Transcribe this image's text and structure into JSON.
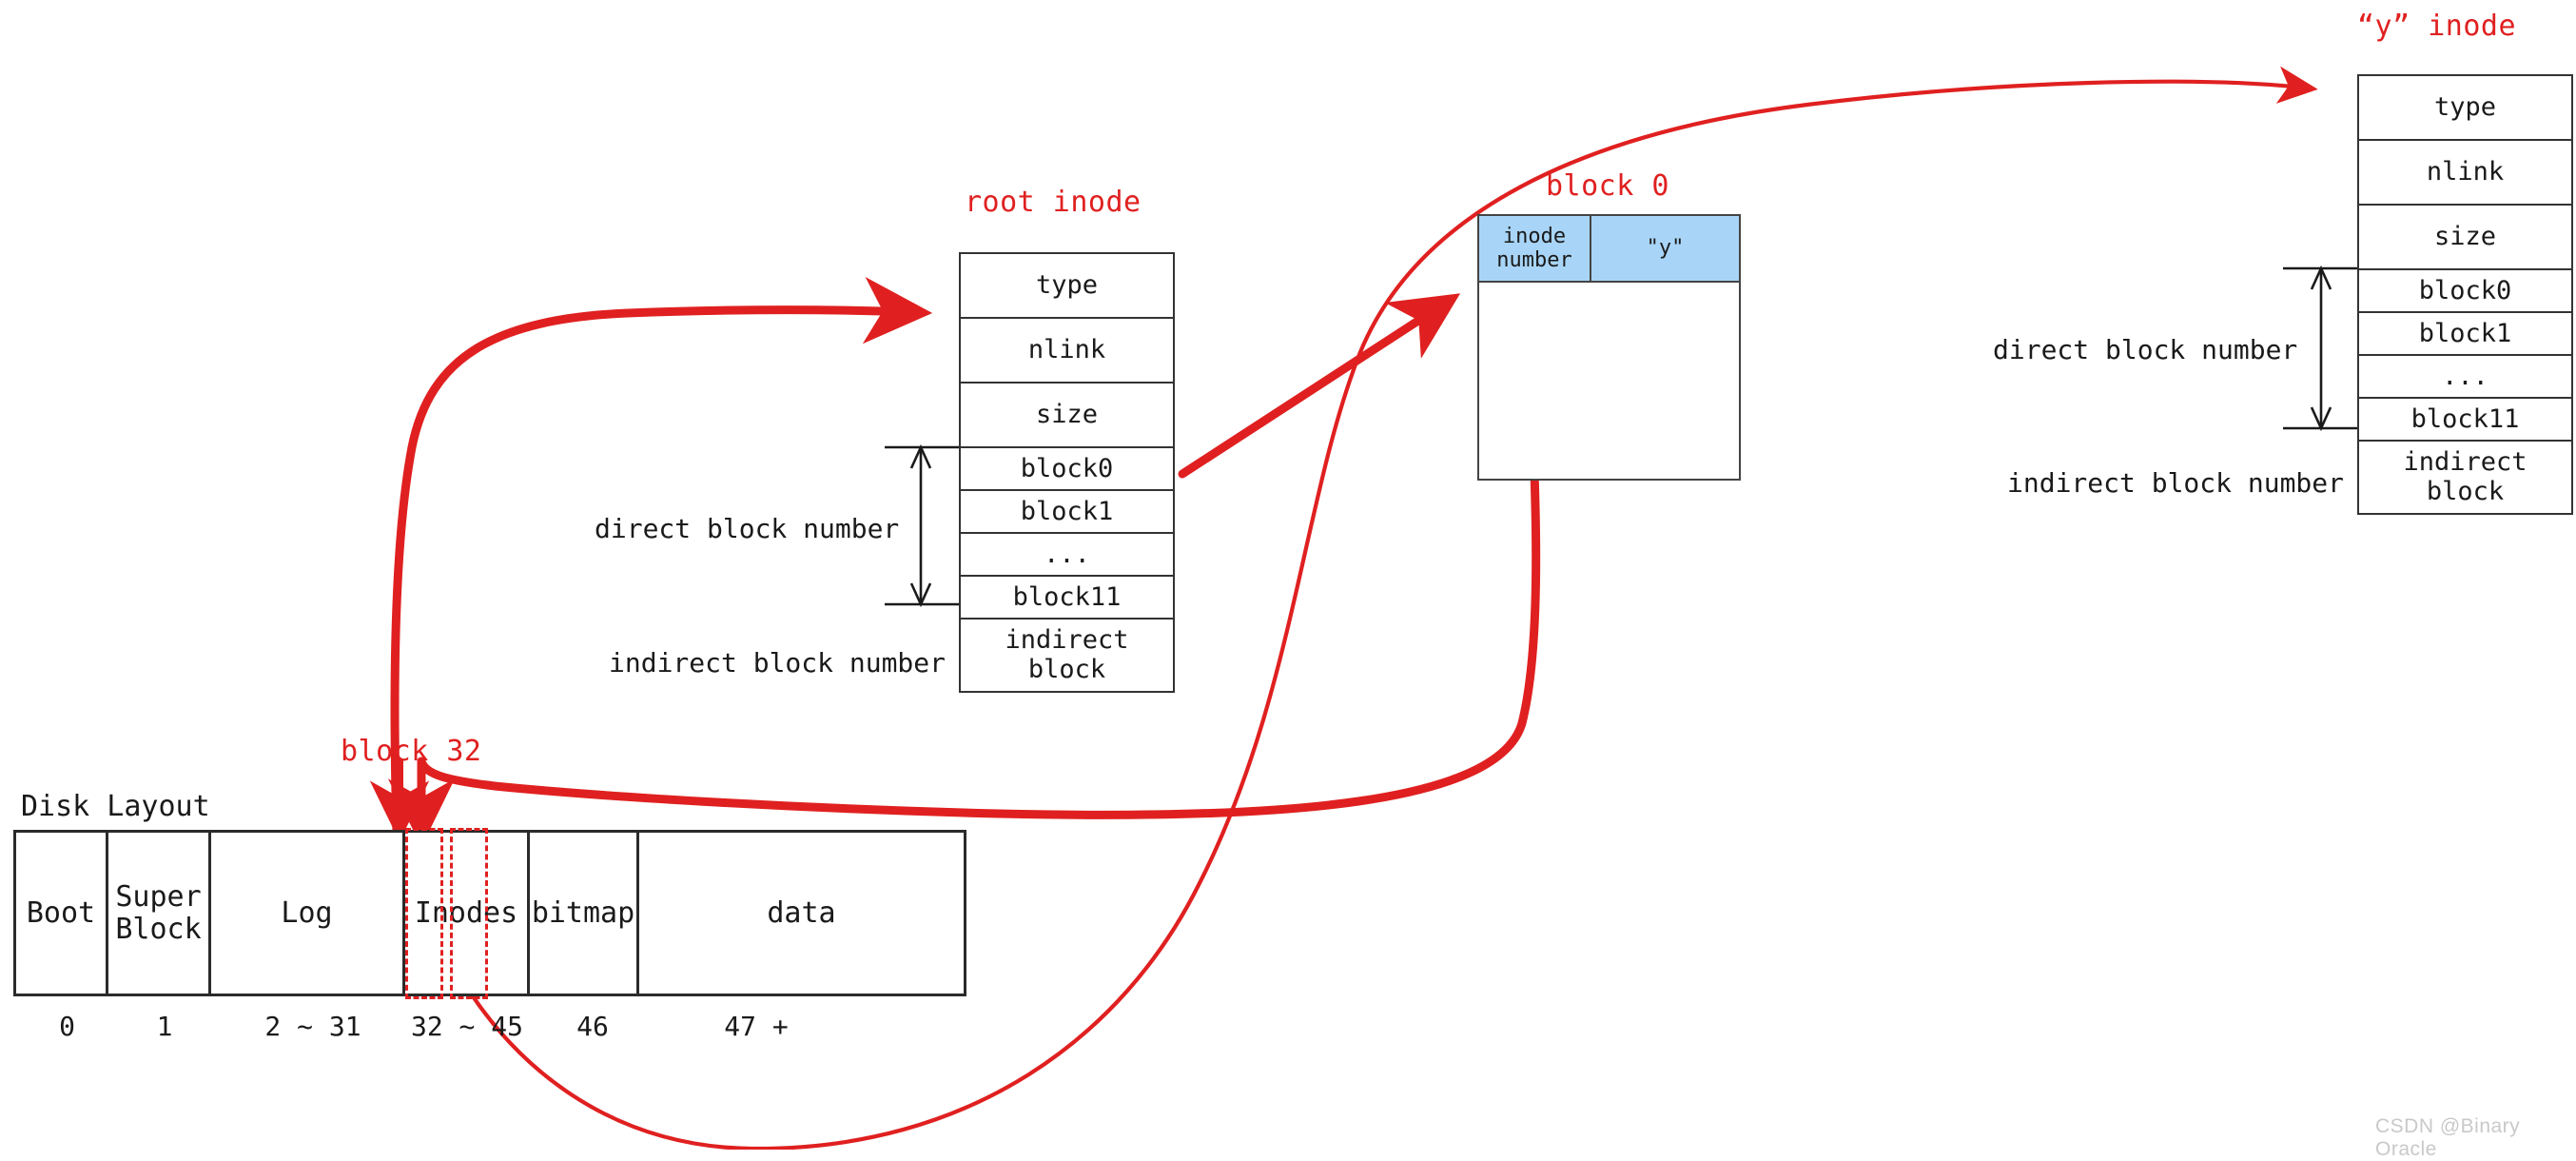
{
  "diagram": {
    "title_root_inode": "root inode",
    "title_block0": "block 0",
    "title_y_inode": "“y” inode",
    "block32_label": "block 32",
    "disk_layout_label": "Disk Layout",
    "watermark": "CSDN @Binary Oracle",
    "accent_red": "#e02020",
    "dir_entry_fill": "#a8d5f7",
    "line_black": "#2b2b2b"
  },
  "root_inode": {
    "caption": "root inode",
    "fields": [
      "type",
      "nlink",
      "size",
      "block0",
      "block1",
      "...",
      "block11",
      "indirect\nblock"
    ],
    "annotations": {
      "direct": "direct block number",
      "indirect": "indirect block number"
    }
  },
  "y_inode": {
    "caption": "“y” inode",
    "fields": [
      "type",
      "nlink",
      "size",
      "block0",
      "block1",
      "...",
      "block11",
      "indirect\nblock"
    ],
    "annotations": {
      "direct": "direct block number",
      "indirect": "indirect block number"
    }
  },
  "block0": {
    "caption": "block 0",
    "entries": [
      {
        "inum_label": "inode\nnumber",
        "name_label": "\"y\""
      }
    ]
  },
  "disk_layout": {
    "caption": "Disk Layout",
    "segments": [
      {
        "name": "Boot",
        "range": "0"
      },
      {
        "name": "Super\nBlock",
        "range": "1"
      },
      {
        "name": "Log",
        "range": "2 ~ 31"
      },
      {
        "name": "Inodes",
        "range": "32 ~ 45"
      },
      {
        "name": "bitmap",
        "range": "46"
      },
      {
        "name": "data",
        "range": "47 +"
      }
    ],
    "highlight_label": "block 32"
  }
}
